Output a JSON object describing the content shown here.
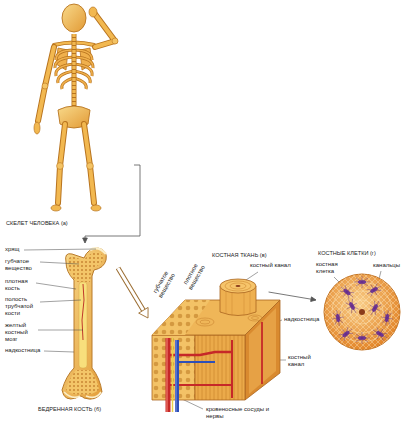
{
  "diagram": {
    "nodes": [
      {
        "text": [
          "СКЕЛЕТ ЧЕЛОВЕКА (а)"
        ]
      },
      {
        "text": [
          "БЕДРЕННАЯ КОСТЬ (б)"
        ]
      },
      {
        "text": [
          "КОСТНАЯ ТКАНЬ (в)"
        ]
      },
      {
        "text": [
          "КОСТНЫЕ КЛЕТКИ (г)"
        ]
      }
    ],
    "edges": [
      {
        "from": 0,
        "to": 1,
        "arrow": "to"
      },
      {
        "from": 1,
        "to": 2,
        "arrow": "to"
      },
      {
        "from": 2,
        "to": 3,
        "arrow": "to"
      }
    ],
    "labels": [
      "хрящ",
      "губчатое вещество",
      "плотная кость",
      "полость трубчатой кости",
      "желтый костный мозг",
      "надкостница",
      "костный канал",
      "губчатое вещество",
      "плотное вещество",
      "костная клетка",
      "канальцы",
      "надкостница",
      "костный канал",
      "кровеносные сосуды и нервы"
    ]
  }
}
